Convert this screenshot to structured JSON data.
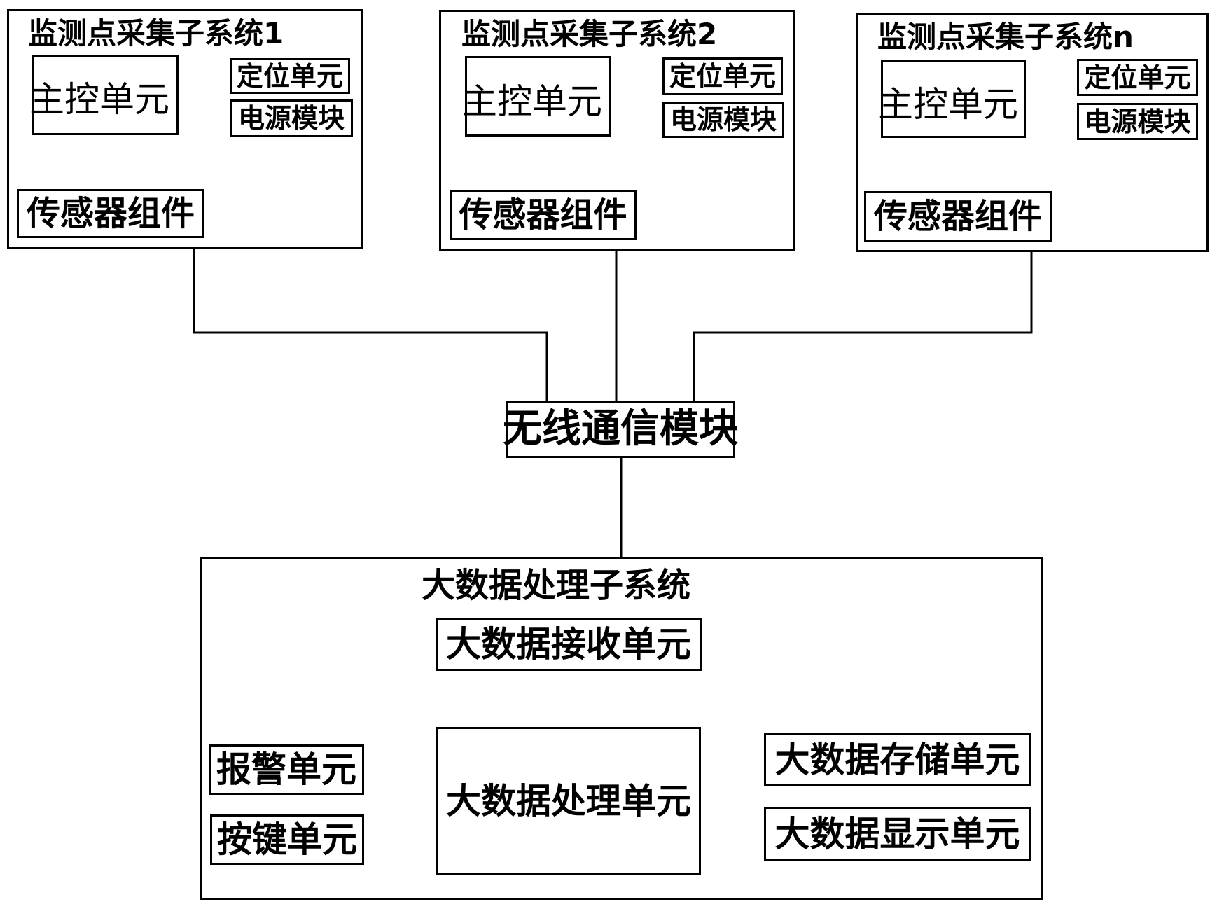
{
  "subsystems": [
    {
      "title": "监测点采集子系统1",
      "main": "主控单元",
      "locator": "定位单元",
      "power": "电源模块",
      "sensor": "传感器组件"
    },
    {
      "title": "监测点采集子系统2",
      "main": "主控单元",
      "locator": "定位单元",
      "power": "电源模块",
      "sensor": "传感器组件"
    },
    {
      "title": "监测点采集子系统n",
      "main": "主控单元",
      "locator": "定位单元",
      "power": "电源模块",
      "sensor": "传感器组件"
    }
  ],
  "wireless": "无线通信模块",
  "bigdata": {
    "title": "大数据处理子系统",
    "receive": "大数据接收单元",
    "process": "大数据处理单元",
    "alarm": "报警单元",
    "keys": "按键单元",
    "storage": "大数据存储单元",
    "display": "大数据显示单元"
  }
}
